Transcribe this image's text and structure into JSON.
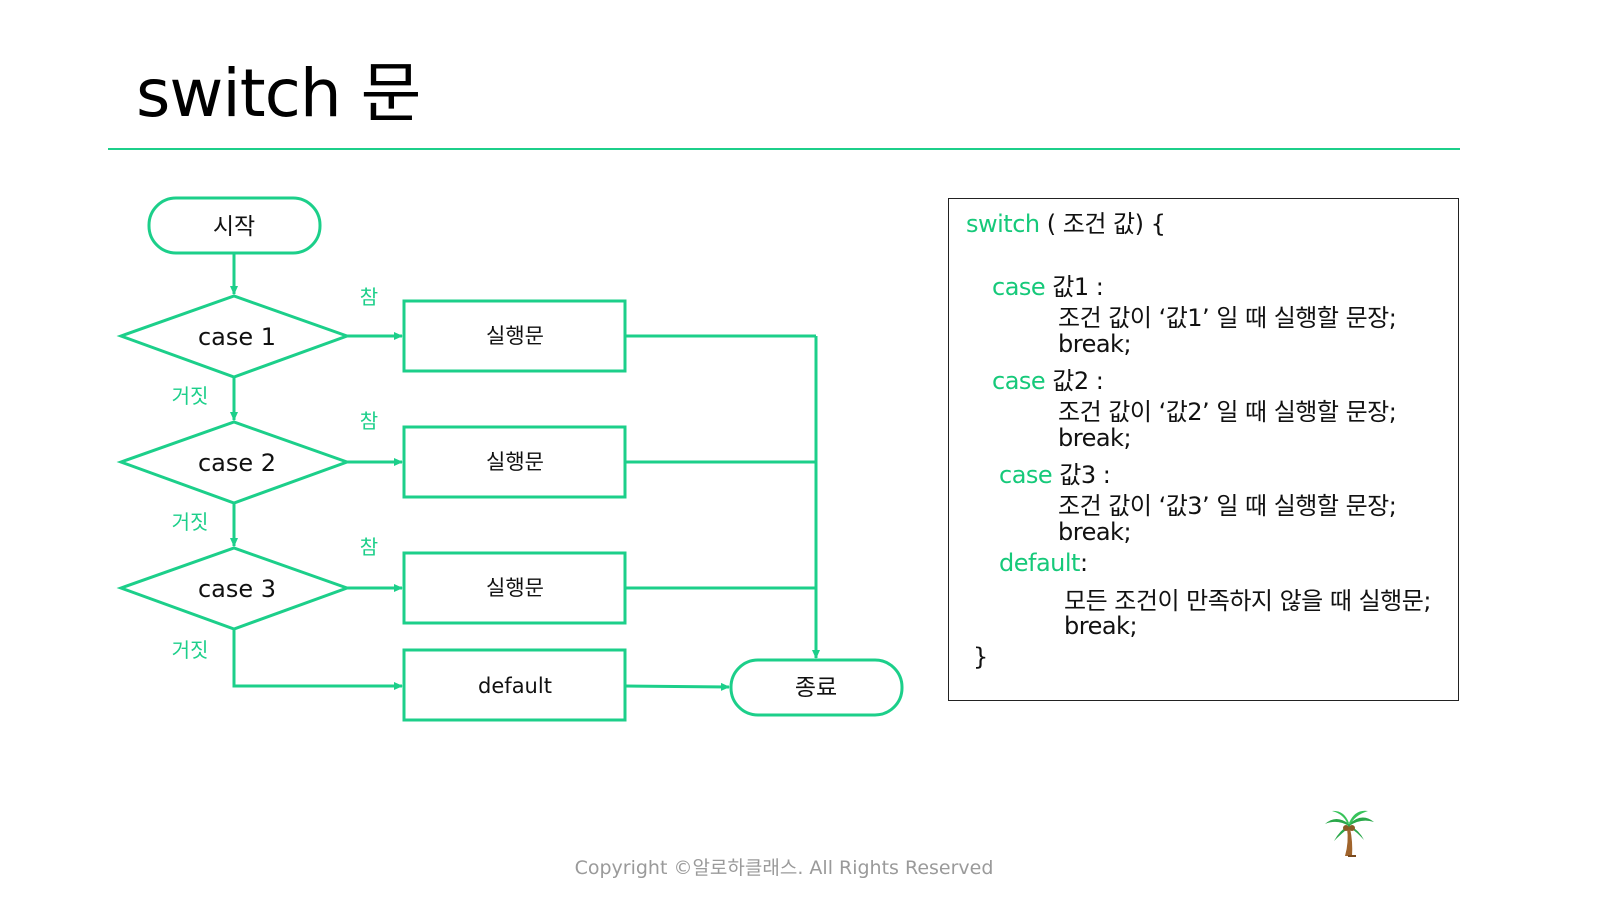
{
  "slide": {
    "title": "switch 문",
    "copyright": "Copyright ©알로하클래스. All Rights Reserved"
  },
  "colors": {
    "accent": "#1ccf8a",
    "keyword": "#16c97a",
    "text": "#111111"
  },
  "flowchart": {
    "start": "시작",
    "cases": [
      {
        "condition": "case 1",
        "true_label": "참",
        "action": "실행문",
        "false_label": "거짓"
      },
      {
        "condition": "case 2",
        "true_label": "참",
        "action": "실행문",
        "false_label": "거짓"
      },
      {
        "condition": "case 3",
        "true_label": "참",
        "action": "실행문",
        "false_label": "거짓"
      }
    ],
    "default": "default",
    "end": "종료"
  },
  "code": {
    "line1_kw": "switch",
    "line1_rest": " ( 조건 값) {",
    "case1_kw": "case",
    "case1_rest": " 값1 :",
    "case1_stmt": "조건 값이 ‘값1’ 일 때 실행할 문장;",
    "case1_break": "break;",
    "case2_kw": "case",
    "case2_rest": " 값2 :",
    "case2_stmt": "조건 값이 ‘값2’ 일 때 실행할 문장;",
    "case2_break": "break;",
    "case3_kw": "case",
    "case3_rest": " 값3 :",
    "case3_stmt": "조건 값이 ‘값3’ 일 때 실행할 문장;",
    "case3_break": "break;",
    "default_kw": "default",
    "default_rest": ":",
    "default_stmt": "모든 조건이 만족하지 않을 때 실행문;",
    "default_break": "break;",
    "close": "}"
  },
  "logo_icon": "palm-tree-icon"
}
